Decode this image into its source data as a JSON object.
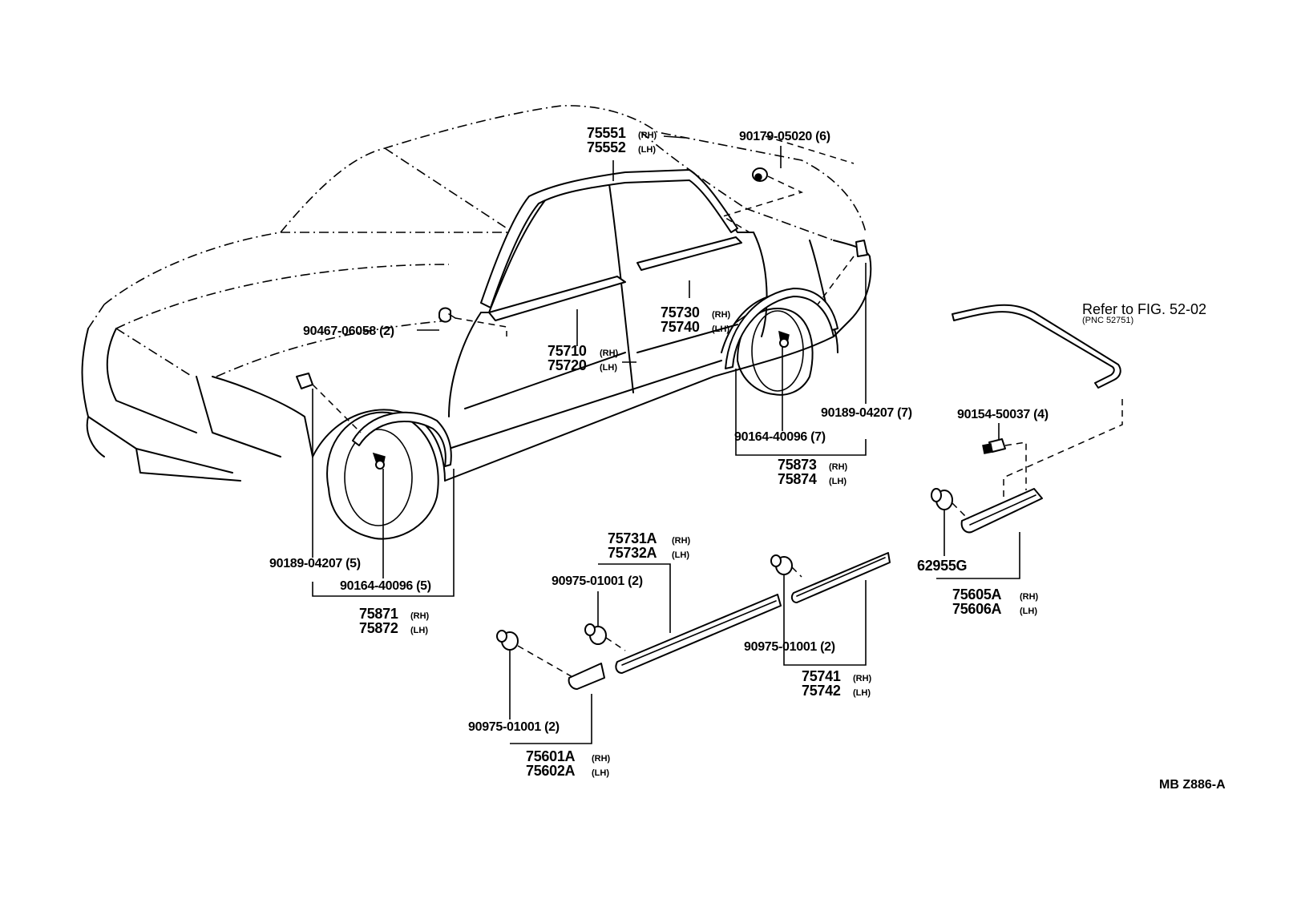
{
  "callouts": {
    "p75551": {
      "num": "75551",
      "side": "(RH)"
    },
    "p75552": {
      "num": "75552",
      "side": "(LH)"
    },
    "p90179": {
      "num": "90179-05020 (6)"
    },
    "p90467": {
      "num": "90467-06058 (2)"
    },
    "p75710": {
      "num": "75710",
      "side": "(RH)"
    },
    "p75720": {
      "num": "75720",
      "side": "(LH)"
    },
    "p75730": {
      "num": "75730",
      "side": "(RH)"
    },
    "p75740": {
      "num": "75740",
      "side": "(LH)"
    },
    "p90189_7": {
      "num": "90189-04207 (7)"
    },
    "p90164_7": {
      "num": "90164-40096 (7)"
    },
    "p75873": {
      "num": "75873",
      "side": "(RH)"
    },
    "p75874": {
      "num": "75874",
      "side": "(LH)"
    },
    "p90154": {
      "num": "90154-50037 (4)"
    },
    "p62955": {
      "num": "62955G"
    },
    "p75605": {
      "num": "75605A",
      "side": "(RH)"
    },
    "p75606": {
      "num": "75606A",
      "side": "(LH)"
    },
    "p90189_5": {
      "num": "90189-04207 (5)"
    },
    "p90164_5": {
      "num": "90164-40096 (5)"
    },
    "p75871": {
      "num": "75871",
      "side": "(RH)"
    },
    "p75872": {
      "num": "75872",
      "side": "(LH)"
    },
    "p75731": {
      "num": "75731A",
      "side": "(RH)"
    },
    "p75732": {
      "num": "75732A",
      "side": "(LH)"
    },
    "p90975_a": {
      "num": "90975-01001 (2)"
    },
    "p90975_b": {
      "num": "90975-01001 (2)"
    },
    "p75741": {
      "num": "75741",
      "side": "(RH)"
    },
    "p75742": {
      "num": "75742",
      "side": "(LH)"
    },
    "p90975_c": {
      "num": "90975-01001 (2)"
    },
    "p75601": {
      "num": "75601A",
      "side": "(RH)"
    },
    "p75602": {
      "num": "75602A",
      "side": "(LH)"
    }
  },
  "reference": {
    "main": "Refer  to  FIG. 52-02",
    "sub": "(PNC  52751)"
  },
  "figure_code": "MB  Z886-A"
}
